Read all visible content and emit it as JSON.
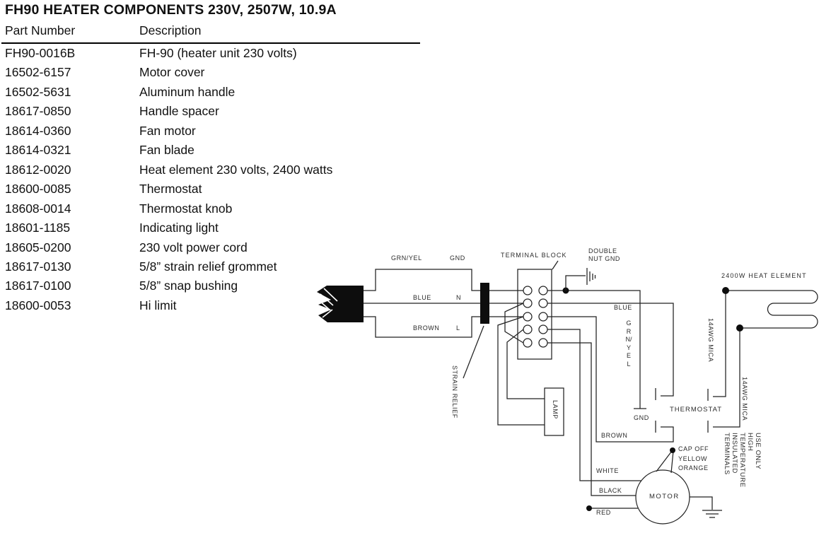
{
  "title": "FH90 HEATER COMPONENTS 230V, 2507W, 10.9A",
  "parts_table": {
    "columns": [
      "Part Number",
      "Description"
    ],
    "rows": [
      {
        "part": "FH90-0016B",
        "desc": "FH-90 (heater unit 230 volts)"
      },
      {
        "part": "16502-6157",
        "desc": "Motor cover"
      },
      {
        "part": "16502-5631",
        "desc": "Aluminum handle"
      },
      {
        "part": "18617-0850",
        "desc": "Handle spacer"
      },
      {
        "part": "18614-0360",
        "desc": "Fan motor"
      },
      {
        "part": "18614-0321",
        "desc": "Fan blade"
      },
      {
        "part": "18612-0020",
        "desc": "Heat element 230 volts, 2400 watts"
      },
      {
        "part": "18600-0085",
        "desc": "Thermostat"
      },
      {
        "part": "18608-0014",
        "desc": "Thermostat knob"
      },
      {
        "part": "18601-1185",
        "desc": "Indicating light"
      },
      {
        "part": "18605-0200",
        "desc": "230 volt power cord"
      },
      {
        "part": "18617-0130",
        "desc": "5/8” strain relief grommet"
      },
      {
        "part": "18617-0100",
        "desc": "5/8” snap bushing"
      },
      {
        "part": "18600-0053",
        "desc": "Hi limit"
      }
    ]
  },
  "diagram": {
    "labels": {
      "grn_yel": "GRN/YEL",
      "gnd_cord": "GND",
      "blue_cord": "BLUE",
      "n": "N",
      "brown_cord": "BROWN",
      "l": "L",
      "terminal_block": "TERMINAL BLOCK",
      "double_nut_gnd": "DOUBLE\nNUT GND",
      "strain_relief": "STRAIN RELIEF",
      "lamp": "LAMP",
      "blue_out": "BLUE",
      "grn_yel_vert": "GRN/YEL",
      "gnd_out": "GND",
      "brown_out": "BROWN",
      "thermostat": "THERMOSTAT",
      "heat_element": "2400W HEAT ELEMENT",
      "mica_1": "14AWG MICA",
      "mica_2": "14AWG MICA",
      "use_only": "USE ONLY\nHIGH TEMPERATURE\nINSULATED TERMINALS",
      "cap_off": "CAP OFF\nYELLOW\nORANGE",
      "white": "WHITE",
      "black": "BLACK",
      "red": "RED",
      "motor": "MOTOR"
    }
  }
}
